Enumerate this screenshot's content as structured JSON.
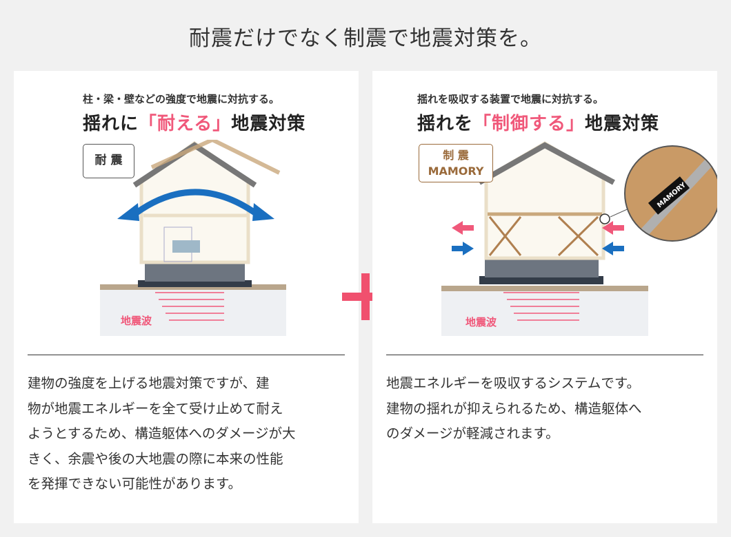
{
  "title": "耐震だけでなく制震で地震対策を。",
  "left": {
    "subtitle": "柱・梁・壁などの強度で地震に対抗する。",
    "heading_pre": "揺れに",
    "heading_em": "「耐える」",
    "heading_post": "地震対策",
    "badge": "耐 震",
    "wave_label": "地震波",
    "body": [
      "建物の強度を上げる地震対策ですが、建",
      "物が地震エネルギーを全て受け止めて耐え",
      "ようとするため、構造躯体へのダメージが大",
      "きく、余震や後の大地震の際に本来の性能",
      "を発揮できない可能性があります。"
    ]
  },
  "right": {
    "subtitle": "揺れを吸収する装置で地震に対抗する。",
    "heading_pre": "揺れを",
    "heading_em": "「制御する」",
    "heading_post": "地震対策",
    "badge_line1": "制 震",
    "badge_line2": "MAMORY",
    "device_label": "MAMORY",
    "wave_label": "地震波",
    "body": [
      "地震エネルギーを吸収するシステムです。",
      "建物の揺れが抑えられるため、構造躯体へ",
      "のダメージが軽減されます。"
    ]
  },
  "colors": {
    "accent": "#f0587a",
    "blue": "#1a6fc0",
    "brown": "#9a6a3a"
  }
}
